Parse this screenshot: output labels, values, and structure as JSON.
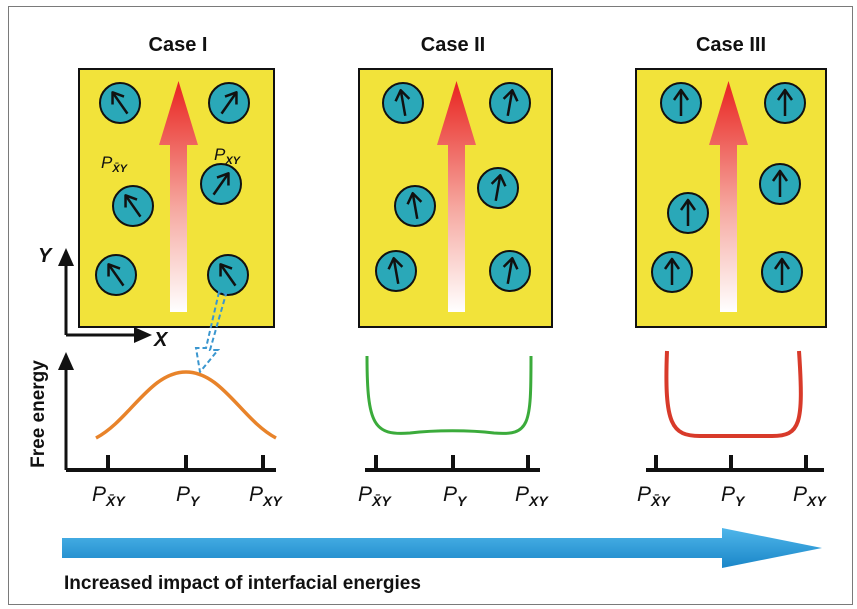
{
  "cases": [
    {
      "title": "Case I",
      "magnet_dirs": [
        -35,
        35,
        -35,
        35,
        -35,
        -35
      ],
      "labels": {
        "left": "P",
        "left_sub": "X̄Y",
        "right": "P",
        "right_sub": "XY"
      },
      "curve": "hill",
      "curve_color": "#e8832a"
    },
    {
      "title": "Case II",
      "magnet_dirs": [
        -10,
        10,
        -10,
        10,
        -10,
        10
      ],
      "curve": "shallow-well",
      "curve_color": "#3bab3b"
    },
    {
      "title": "Case III",
      "magnet_dirs": [
        0,
        0,
        0,
        0,
        0,
        0
      ],
      "curve": "deep-well",
      "curve_color": "#d83a2a"
    }
  ],
  "axes": {
    "x_letter": "X",
    "y_letter": "Y"
  },
  "energy_axis_title": "Free energy",
  "tick_labels": [
    {
      "main": "P",
      "sub": "X̄Y"
    },
    {
      "main": "P",
      "sub": "Y"
    },
    {
      "main": "P",
      "sub": "XY"
    }
  ],
  "bottom_caption": "Increased impact of interfacial energies",
  "colors": {
    "panel_fill": "#f2e33a",
    "magnet_fill": "#2aa8b8",
    "big_arrow_top": "#e8231f",
    "impact_arrow": "#2196d6"
  }
}
